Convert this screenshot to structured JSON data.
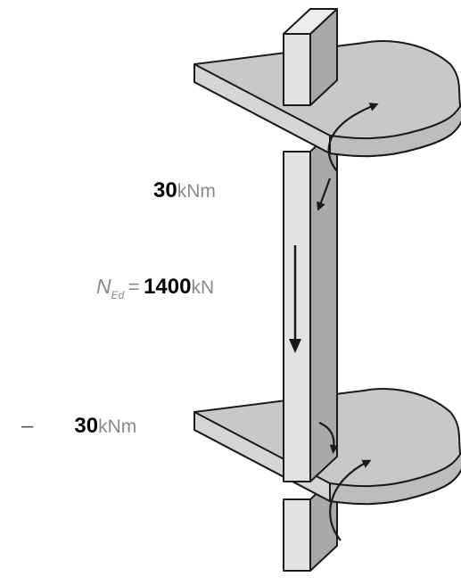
{
  "labels": {
    "moment_top": {
      "value": "30",
      "unit": "kNm"
    },
    "axial": {
      "symbol": "N",
      "subscript": "Ed",
      "equals": "=",
      "value": "1400",
      "unit": "kN"
    },
    "moment_bottom": {
      "sign": "–",
      "value": "30",
      "unit": "kNm"
    }
  },
  "colors": {
    "slab_top_face": "#c8c8c8",
    "slab_edge": "#bdbdbd",
    "column_front": "#e2e2e2",
    "column_side": "#a9a9a9",
    "outline": "#1a1a1a",
    "label_number": "#000000",
    "label_unit": "#8a8a8a"
  }
}
